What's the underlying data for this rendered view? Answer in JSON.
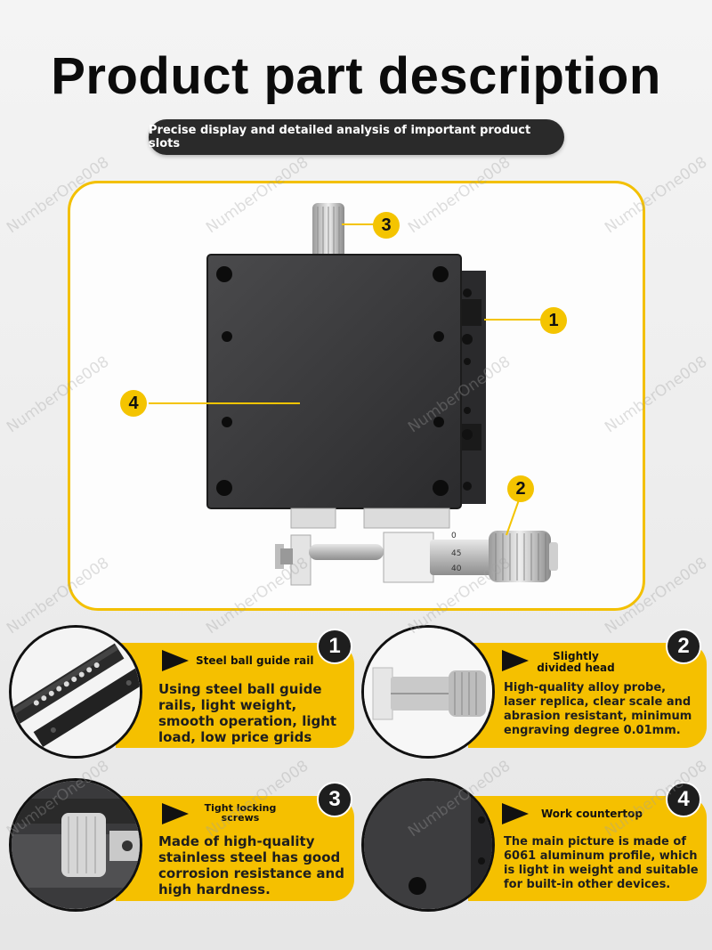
{
  "page": {
    "title": "Product part description",
    "subtitle": "Precise display and detailed analysis of important product slots"
  },
  "callouts": [
    "1",
    "2",
    "3",
    "4"
  ],
  "micrometer_scale": [
    "0",
    "45",
    "40"
  ],
  "details": [
    {
      "number": "1",
      "heading": "Steel ball guide rail",
      "body": "Using steel ball guide rails, light weight, smooth operation, light load, low price grids"
    },
    {
      "number": "2",
      "heading_line1": "Slightly",
      "heading_line2": "divided head",
      "body": "High-quality alloy probe, laser replica, clear scale and abrasion resistant, minimum engraving degree 0.01mm."
    },
    {
      "number": "3",
      "heading_line1": "Tight locking",
      "heading_line2": "screws",
      "body": "Made of high-quality stainless steel has good corrosion resistance and high hardness."
    },
    {
      "number": "4",
      "heading": "Work countertop",
      "body": "The main picture is made of 6061 aluminum profile, which is light in weight and suitable for built-in other devices."
    }
  ],
  "watermark": "NumberOne008",
  "colors": {
    "accent": "#f5c000",
    "dark": "#1e1e1e",
    "pill": "#2a2a2a"
  }
}
